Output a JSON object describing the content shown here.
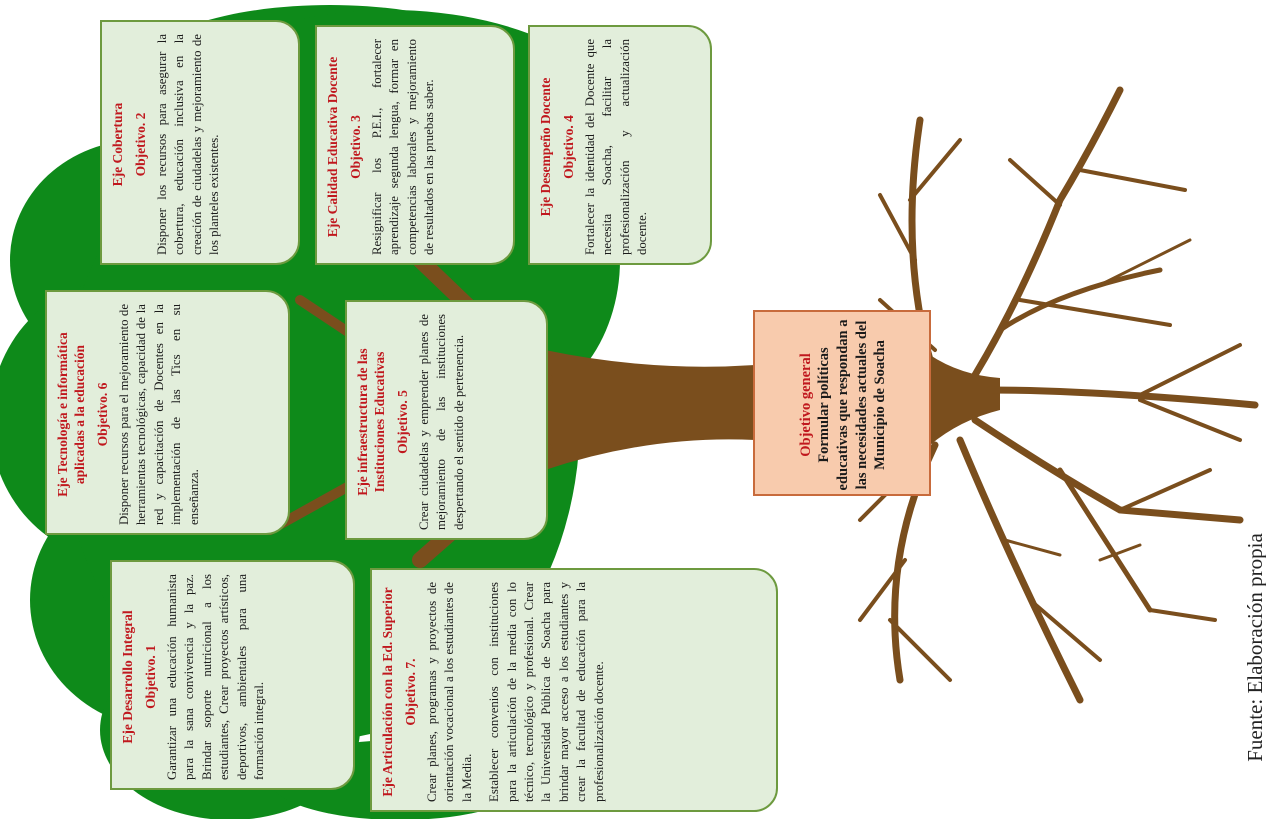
{
  "goal": {
    "title": "Objetivo general",
    "text": "Formular políticas educativas que respondan a las necesidades actuales del Municipio de Soacha"
  },
  "source": "Fuente: Elaboración propia",
  "colors": {
    "foliage": "#0e8a1a",
    "trunk": "#7a4e1d",
    "card_fill": "#e2eedb",
    "card_border": "#6d9a3f",
    "heading_red": "#c0181e",
    "goal_fill": "#f8cbad"
  },
  "cards": [
    {
      "title": "Eje Cobertura",
      "objective": "Objetivo. 2",
      "text": "Disponer los recursos para asegurar la cobertura, educación inclusiva en la creación de ciudadelas y mejoramiento de los planteles existentes."
    },
    {
      "title": "Eje Calidad Educativa Docente",
      "objective": "Objetivo. 3",
      "text": "Resignificar los P.E.I., fortalecer aprendizaje segunda lengua, formar en competencias laborales y mejoramiento de resultados en las pruebas saber."
    },
    {
      "title": "Eje Desempeño Docente",
      "objective": "Objetivo. 4",
      "text": "Fortalecer la identidad del Docente que necesita Soacha, facilitar la profesionalización y actualización docente."
    },
    {
      "title": "Eje Tecnología e informática aplicadas a la educación",
      "objective": "Objetivo. 6",
      "text": "Disponer recursos para el mejoramiento de herramientas tecnológicas, capacidad de la red y capacitación de Docentes en la implementación de las Tics en su enseñanza."
    },
    {
      "title": "Eje infraestructura de las Instituciones Educativas",
      "objective": "Objetivo. 5",
      "text": "Crear ciudadelas y emprender planes de mejoramiento de las instituciones despertando el sentido de pertenencia."
    },
    {
      "title": "Eje Desarrollo Integral",
      "objective": "Objetivo. 1",
      "text": "Garantizar una educación humanista para la sana convivencia y la paz. Brindar soporte nutricional a los estudiantes, Crear proyectos artísticos, deportivos, ambientales para una formación integral."
    },
    {
      "title": "Eje Articulación con la Ed. Superior",
      "objective": "Objetivo. 7.",
      "text": "Crear planes, programas y proyectos de orientación vocacional a los estudiantes de la Media.",
      "text2": "Establecer convenios con instituciones para la articulación de la media con lo técnico, tecnológico y profesional. Crear la Universidad Pública de Soacha para brindar mayor acceso a los estudiantes y crear la facultad de educación para la profesionalización docente."
    }
  ]
}
